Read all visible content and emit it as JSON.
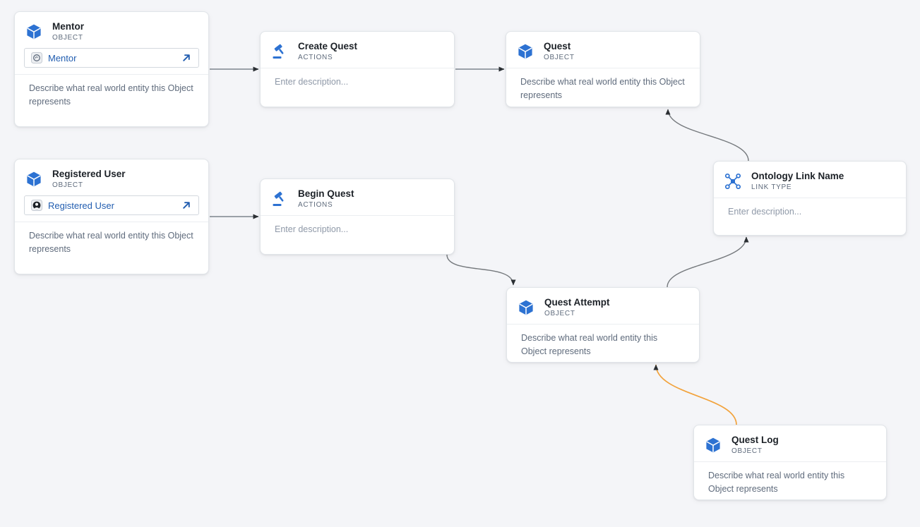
{
  "colors": {
    "canvas_bg": "#f4f5f8",
    "node_bg": "#ffffff",
    "node_border": "#e1e5e9",
    "accent_blue": "#2d72d2",
    "link_text_blue": "#215db0",
    "title_text": "#1c2127",
    "muted_text": "#5f6b7c",
    "placeholder_text": "#8f99a8",
    "edge_gray": "#9aa1a8",
    "edge_curve_gray": "#75797d",
    "edge_orange": "#f2a33c",
    "arrowhead": "#2b2f33"
  },
  "nodes": [
    {
      "title": "Mentor",
      "type_label": "OBJECT",
      "icon": "cube-icon",
      "chip_label": "Mentor",
      "chip_icon": "mentor-avatar-icon",
      "chip_action_icon": "arrow-top-right-icon",
      "description": "Describe what real world entity this Object represents"
    },
    {
      "title": "Create Quest",
      "type_label": "ACTIONS",
      "icon": "take-action-gavel-icon",
      "placeholder": "Enter description..."
    },
    {
      "title": "Quest",
      "type_label": "OBJECT",
      "icon": "cube-icon",
      "description": "Describe what real world entity this Object represents"
    },
    {
      "title": "Registered User",
      "type_label": "OBJECT",
      "icon": "cube-icon",
      "chip_label": "Registered User",
      "chip_icon": "registered-user-avatar-icon",
      "chip_action_icon": "arrow-top-right-icon",
      "description": "Describe what real world entity this Object represents"
    },
    {
      "title": "Begin Quest",
      "type_label": "ACTIONS",
      "icon": "take-action-gavel-icon",
      "placeholder": "Enter description..."
    },
    {
      "title": "Ontology Link Name",
      "type_label": "LINK TYPE",
      "icon": "link-type-icon",
      "placeholder": "Enter description..."
    },
    {
      "title": "Quest Attempt",
      "type_label": "OBJECT",
      "icon": "cube-icon",
      "description": "Describe what real world entity this Object represents"
    },
    {
      "title": "Quest Log",
      "type_label": "OBJECT",
      "icon": "cube-icon",
      "description": "Describe what real world entity this Object represents"
    }
  ],
  "edges": [
    {
      "from": "Mentor",
      "to": "Create Quest",
      "style": "straight",
      "color": "#9aa1a8"
    },
    {
      "from": "Create Quest",
      "to": "Quest",
      "style": "straight",
      "color": "#9aa1a8"
    },
    {
      "from": "Registered User",
      "to": "Begin Quest",
      "style": "straight",
      "color": "#9aa1a8"
    },
    {
      "from": "Begin Quest",
      "to": "Quest Attempt",
      "style": "curve",
      "color": "#75797d"
    },
    {
      "from": "Quest Attempt",
      "to": "Ontology Link Name",
      "style": "curve",
      "color": "#75797d"
    },
    {
      "from": "Ontology Link Name",
      "to": "Quest",
      "style": "curve",
      "color": "#75797d"
    },
    {
      "from": "Quest Log",
      "to": "Quest Attempt",
      "style": "curve",
      "color": "#f2a33c"
    }
  ]
}
